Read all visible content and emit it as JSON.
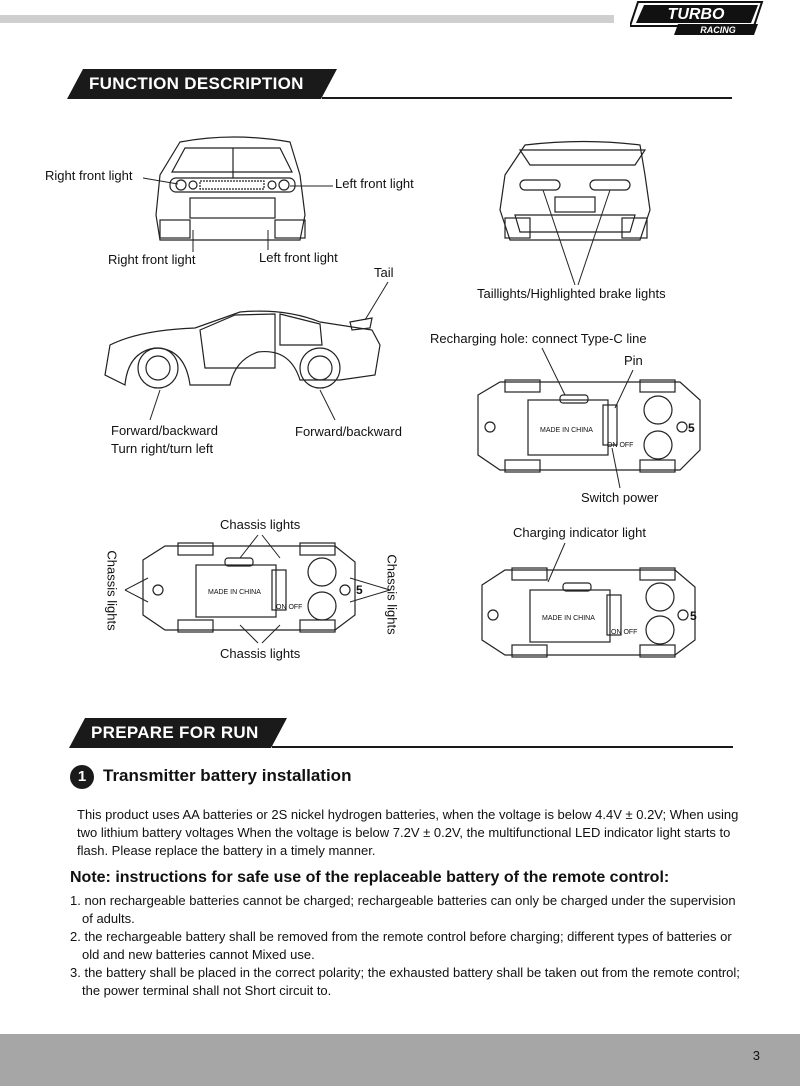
{
  "brand": {
    "logo_top": "TURBO",
    "logo_bottom": "RACING"
  },
  "sections": {
    "function_description": "FUNCTION DESCRIPTION",
    "prepare_for_run": "PREPARE FOR RUN"
  },
  "labels": {
    "right_front_light_1": "Right front light",
    "left_front_light_1": "Left front light",
    "right_front_light_2": "Right front light",
    "left_front_light_2": "Left front light",
    "tail": "Tail",
    "taillights": "Taillights/Highlighted brake lights",
    "recharging_hole": "Recharging hole: connect Type-C line",
    "pin": "Pin",
    "forward_backward_turn_1": "Forward/backward",
    "forward_backward_turn_2": "Turn right/turn left",
    "forward_backward": "Forward/backward",
    "switch_power": "Switch power",
    "chassis_lights_top": "Chassis lights",
    "chassis_lights_bottom": "Chassis lights",
    "chassis_lights_left": "Chassis lights",
    "chassis_lights_right": "Chassis lights",
    "charging_indicator": "Charging indicator light"
  },
  "chassis_text": {
    "made_in": "MADE IN CHINA",
    "on_off": "ON OFF",
    "num": "5"
  },
  "step1": {
    "number": "1",
    "title": "Transmitter battery installation",
    "body": "This product uses AA batteries or 2S nickel hydrogen batteries, when the voltage is below 4.4V ± 0.2V; When using two lithium battery voltages When the voltage is below 7.2V ± 0.2V, the multifunctional LED indicator light starts to flash. Please replace the battery in a timely manner."
  },
  "note": {
    "title": "Note: instructions for safe use of the replaceable battery of the remote control:",
    "items": [
      "1. non rechargeable batteries cannot be charged; rechargeable batteries can only be charged under the supervision of adults.",
      "2. the rechargeable battery shall be removed from the remote control before charging; different types of batteries or old and new batteries cannot Mixed use.",
      "3. the battery shall be placed in the correct polarity; the exhausted battery shall be taken out from the remote control; the power terminal shall not Short circuit to."
    ]
  },
  "page_number": "3"
}
